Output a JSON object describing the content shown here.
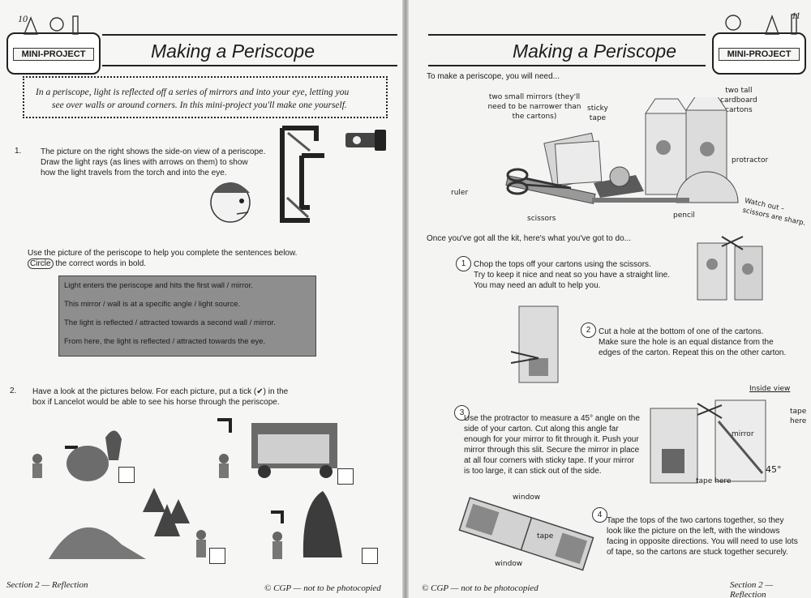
{
  "left_page": {
    "page_number": "10",
    "badge": "MINI-PROJECT",
    "title": "Making a Periscope",
    "intro_line1": "In a periscope, light is reflected off a series of mirrors and into your eye, letting you",
    "intro_line2": "see over walls or around corners. In this mini-project you'll make one yourself.",
    "q1": {
      "number": "1.",
      "line1": "The picture on the right shows the side-on view of a periscope.",
      "line2": "Draw the light rays (as lines with arrows on them) to show",
      "line3": "how the light travels from the torch and into the eye."
    },
    "instructions_line1": "Use the picture of the periscope to help you complete the sentences below.",
    "instructions_circle": "Circle",
    "instructions_line2_rest": " the correct words in bold.",
    "sentences": [
      "Light enters the periscope and hits the first  wall / mirror.",
      "This mirror / wall  is at a specific  angle / light source.",
      "The light is  reflected / attracted  towards a second  wall / mirror.",
      "From here, the light is  reflected / attracted  towards the eye."
    ],
    "q2": {
      "number": "2.",
      "line1": "Have a look at the pictures below.  For each picture, put a tick (✔) in the",
      "line2": "box if Lancelot would be able to see his horse through the periscope."
    },
    "footer_left": "Section 2 — Reflection",
    "footer_right": "© CGP — not to be photocopied"
  },
  "right_page": {
    "page_number": "11",
    "badge": "MINI-PROJECT",
    "title": "Making a Periscope",
    "need": "To make a periscope, you will need...",
    "labels": {
      "mirrors": "two small mirrors (they'll\nneed to be narrower than\nthe cartons)",
      "tape": "sticky\ntape",
      "cartons": "two tall\ncardboard\ncartons",
      "protractor": "protractor",
      "ruler": "ruler",
      "scissors": "scissors",
      "pencil": "pencil",
      "warning": "Watch out –\nscissors are sharp."
    },
    "kit": "Once you've got all the kit, here's what you've got to do...",
    "steps": [
      {
        "n": "1",
        "text": "Chop the tops off your cartons using the scissors.\nTry to keep it nice and neat so you have a straight line.\nYou may need an adult to help you."
      },
      {
        "n": "2",
        "text": "Cut a hole at the bottom of one of the cartons.\nMake sure the hole is an equal distance from the\nedges of the carton.  Repeat this on the other carton."
      },
      {
        "n": "3",
        "text": "Use the protractor to measure a 45° angle on the\nside of your carton.  Cut along this angle far\nenough for your mirror to fit through it.  Push your\nmirror through this slit.  Secure the mirror in place\nat all four corners with sticky tape.  If your mirror\nis too large, it can stick out of the side."
      },
      {
        "n": "4",
        "text": "Tape the tops of the two cartons together, so they\nlook like the picture on the left, with the windows\nfacing in opposite directions.  You will need to use lots\nof tape, so the cartons are stuck together securely."
      }
    ],
    "inside": {
      "title": "Inside view",
      "mirror": "mirror",
      "tape_here": "tape\nhere",
      "tape_here2": "tape here",
      "angle": "45°"
    },
    "assembled": {
      "window": "window",
      "tape": "tape",
      "window2": "window"
    },
    "footer_left": "© CGP — not to be photocopied",
    "footer_right": "Section 2 — Reflection"
  }
}
